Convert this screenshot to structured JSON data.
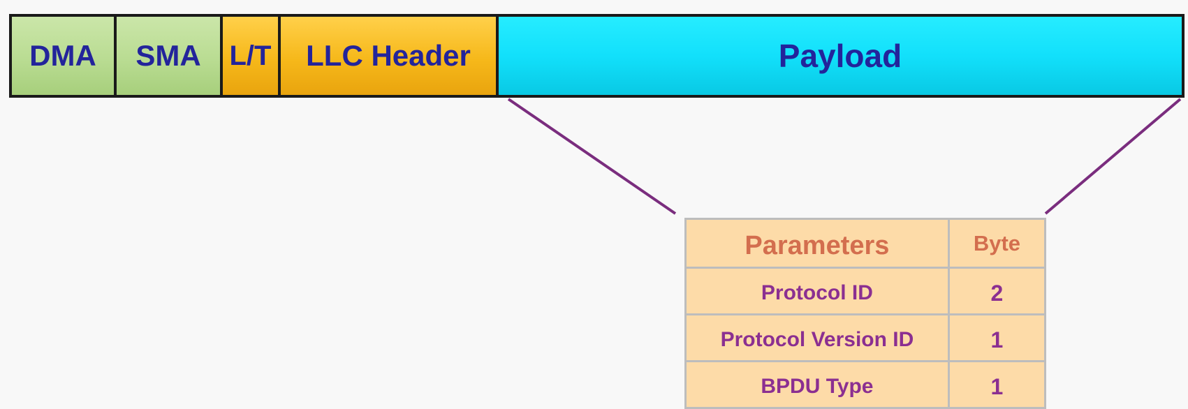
{
  "frame": {
    "fields": [
      {
        "label": "DMA"
      },
      {
        "label": "SMA"
      },
      {
        "label": "L/T"
      },
      {
        "label": "LLC Header"
      },
      {
        "label": "Payload"
      }
    ]
  },
  "table": {
    "headers": {
      "parameter": "Parameters",
      "byte": "Byte"
    },
    "rows": [
      {
        "parameter": "Protocol ID",
        "byte": "2"
      },
      {
        "parameter": "Protocol Version ID",
        "byte": "1"
      },
      {
        "parameter": "BPDU Type",
        "byte": "1"
      }
    ]
  },
  "colors": {
    "label_text": "#23249b",
    "header_text": "#d36e4e",
    "cell_text": "#8b2f91",
    "connector": "#7a2d7e",
    "table_fill": "#fddba8"
  }
}
